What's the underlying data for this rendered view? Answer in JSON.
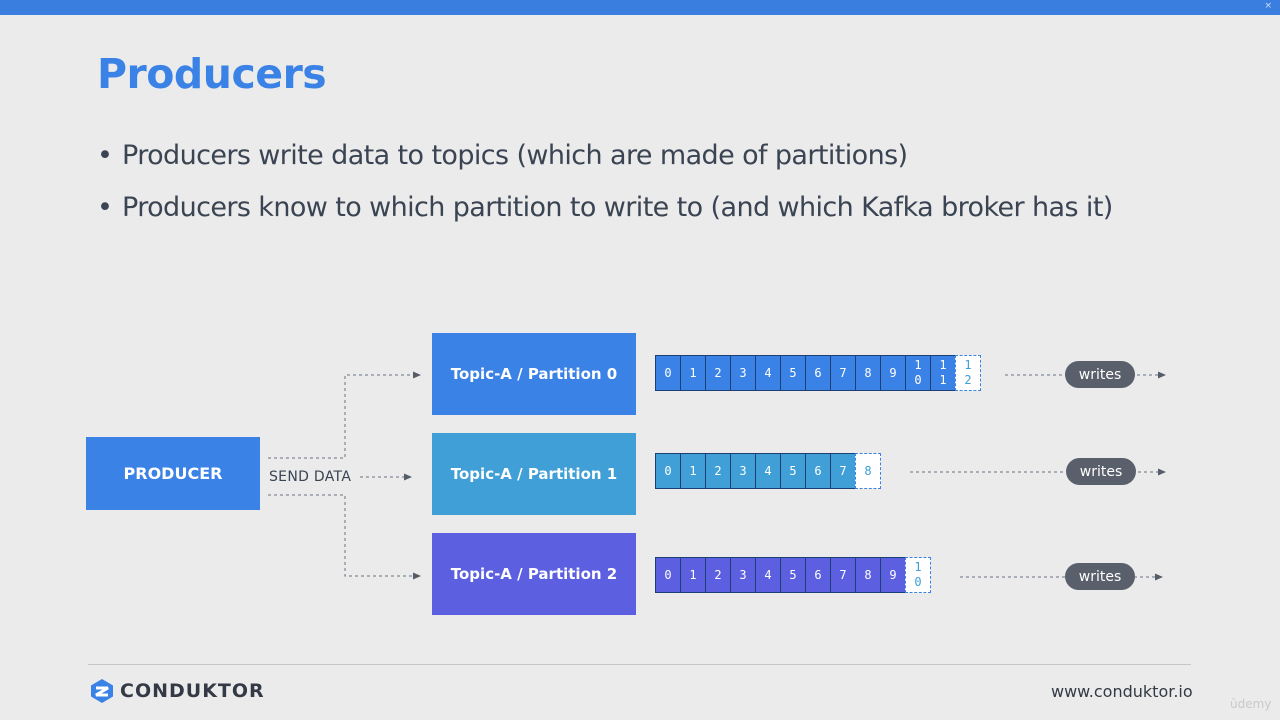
{
  "slide": {
    "title": "Producers",
    "bullets": [
      "Producers write data to topics (which are made of partitions)",
      "Producers know to which partition to write to (and which Kafka broker has it)"
    ]
  },
  "diagram": {
    "producer_label": "PRODUCER",
    "send_label": "SEND DATA",
    "partitions": [
      {
        "label": "Topic-A / Partition 0",
        "offsets": [
          "0",
          "1",
          "2",
          "3",
          "4",
          "5",
          "6",
          "7",
          "8",
          "9",
          "1\n0",
          "1\n1"
        ],
        "next_offset": "1\n2",
        "writes_label": "writes",
        "color": "#3b82e6"
      },
      {
        "label": "Topic-A / Partition 1",
        "offsets": [
          "0",
          "1",
          "2",
          "3",
          "4",
          "5",
          "6",
          "7"
        ],
        "next_offset": "8",
        "writes_label": "writes",
        "color": "#3f9fd6"
      },
      {
        "label": "Topic-A / Partition 2",
        "offsets": [
          "0",
          "1",
          "2",
          "3",
          "4",
          "5",
          "6",
          "7",
          "8",
          "9"
        ],
        "next_offset": "1\n0",
        "writes_label": "writes",
        "color": "#5b5fe0"
      }
    ]
  },
  "footer": {
    "brand": "CONDUKTOR",
    "url": "www.conduktor.io",
    "watermark": "ūdemy"
  },
  "colors": {
    "accent": "#3b82e6",
    "background": "#ebebeb",
    "pill": "#5a606b"
  }
}
